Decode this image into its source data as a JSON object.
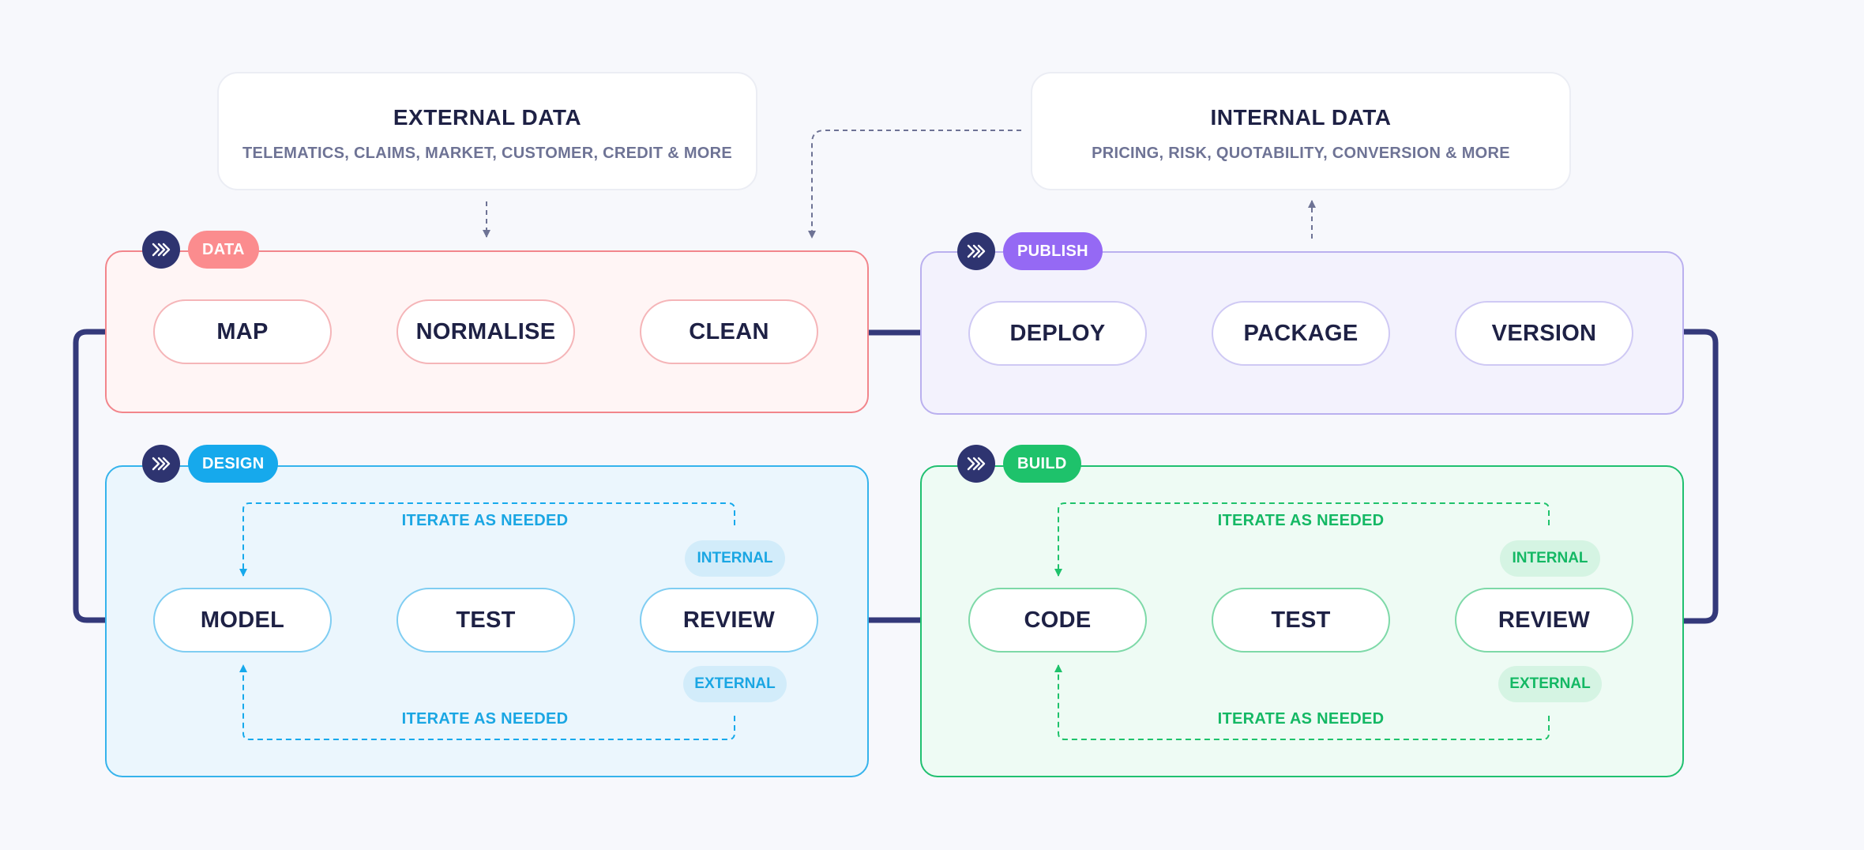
{
  "colors": {
    "background": "#f7f8fc",
    "flow": "#34397a",
    "data": "#fb8c8e",
    "publish": "#9569f4",
    "design": "#16a9ec",
    "build": "#1ec26b",
    "source_connector": "#6e7395"
  },
  "sources": {
    "external": {
      "title": "EXTERNAL DATA",
      "subtitle": "TELEMATICS, CLAIMS, MARKET, CUSTOMER, CREDIT & MORE"
    },
    "internal": {
      "title": "INTERNAL DATA",
      "subtitle": "PRICING, RISK, QUOTABILITY, CONVERSION & MORE"
    }
  },
  "stages": {
    "data": {
      "tag": "DATA",
      "icon": "double-chevron-icon",
      "steps": [
        "MAP",
        "NORMALISE",
        "CLEAN"
      ]
    },
    "publish": {
      "tag": "PUBLISH",
      "icon": "double-chevron-icon",
      "steps": [
        "DEPLOY",
        "PACKAGE",
        "VERSION"
      ]
    },
    "design": {
      "tag": "DESIGN",
      "icon": "double-chevron-icon",
      "steps": [
        "MODEL",
        "TEST",
        "REVIEW"
      ],
      "internal_label": "INTERNAL",
      "external_label": "EXTERNAL",
      "iterate_top": "ITERATE AS NEEDED",
      "iterate_bottom": "ITERATE AS NEEDED"
    },
    "build": {
      "tag": "BUILD",
      "icon": "double-chevron-icon",
      "steps": [
        "CODE",
        "TEST",
        "REVIEW"
      ],
      "internal_label": "INTERNAL",
      "external_label": "EXTERNAL",
      "iterate_top": "ITERATE AS NEEDED",
      "iterate_bottom": "ITERATE AS NEEDED"
    }
  }
}
